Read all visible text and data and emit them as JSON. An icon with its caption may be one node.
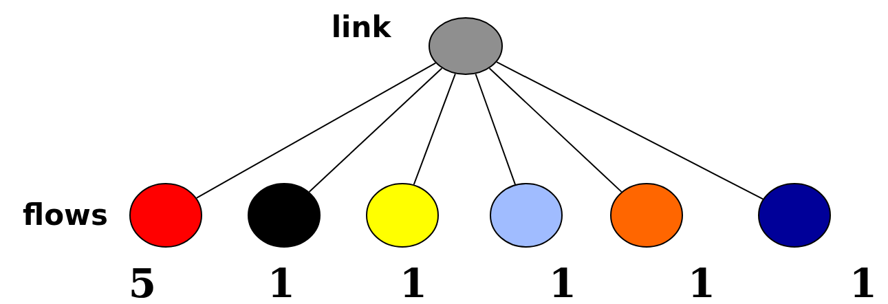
{
  "diagram": {
    "nodes": [
      {
        "text": [],
        "shape": "circle",
        "beside": [
          "link"
        ]
      },
      {
        "text": [],
        "shape": "circle",
        "beside": [
          "5"
        ]
      },
      {
        "text": [],
        "shape": "circle",
        "beside": [
          "1"
        ]
      },
      {
        "text": [],
        "shape": "circle",
        "beside": [
          "1"
        ]
      },
      {
        "text": [],
        "shape": "circle",
        "beside": [
          "1"
        ]
      },
      {
        "text": [],
        "shape": "circle",
        "beside": [
          "1"
        ]
      },
      {
        "text": [],
        "shape": "circle",
        "beside": [
          "1"
        ]
      }
    ],
    "edges": [
      {
        "from": 0,
        "to": 1,
        "arrow": "none"
      },
      {
        "from": 0,
        "to": 2,
        "arrow": "none"
      },
      {
        "from": 0,
        "to": 3,
        "arrow": "none"
      },
      {
        "from": 0,
        "to": 4,
        "arrow": "none"
      },
      {
        "from": 0,
        "to": 5,
        "arrow": "none"
      },
      {
        "from": 0,
        "to": 6,
        "arrow": "none"
      }
    ],
    "labels": [
      "flows"
    ]
  }
}
